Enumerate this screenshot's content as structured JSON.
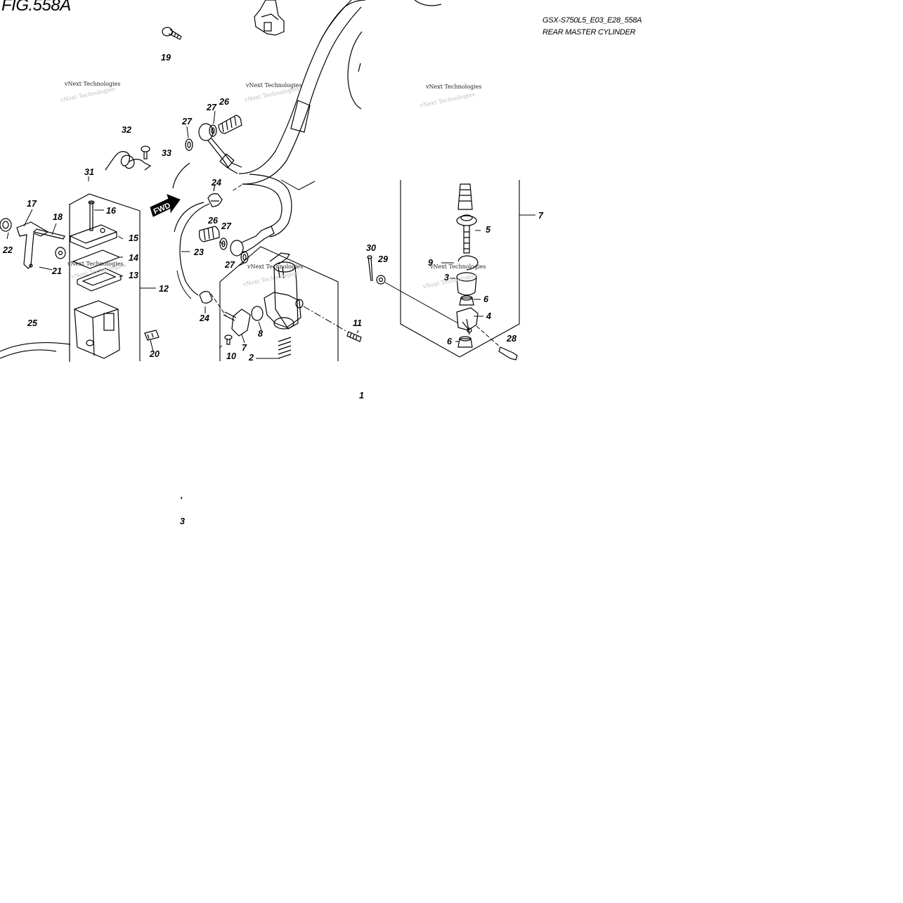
{
  "figure": {
    "title": "FIG.558A",
    "code": "GSX-S750L5_E03_E28_558A",
    "name": "REAR MASTER CYLINDER"
  },
  "watermark": "vNext Technologies",
  "arrow_label": "FWD",
  "callouts": [
    "19",
    "27",
    "26",
    "27",
    "32",
    "33",
    "31",
    "24",
    "16",
    "17",
    "18",
    "15",
    "22",
    "21",
    "14",
    "13",
    "12",
    "25",
    "23",
    "26",
    "27",
    "27",
    "24",
    "20",
    "7",
    "8",
    "10",
    "2",
    "11",
    "30",
    "29",
    "9",
    "3",
    "5",
    "6",
    "4",
    "6",
    "28"
  ],
  "stray_marks": [
    "1",
    "7",
    "'",
    "3"
  ],
  "colors": {
    "ink": "#000000",
    "paper": "#ffffff"
  }
}
